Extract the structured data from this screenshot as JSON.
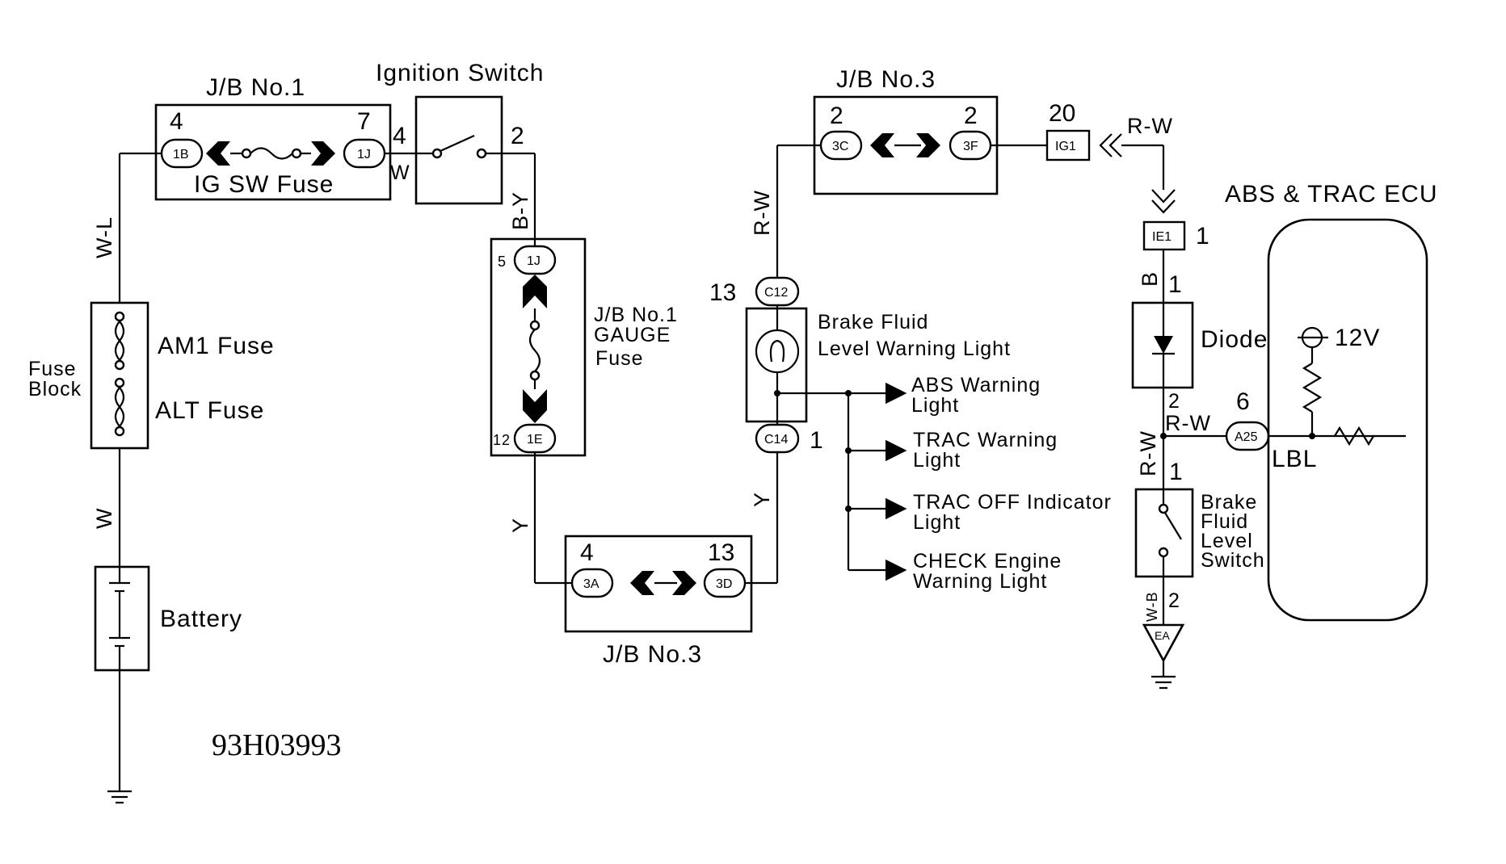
{
  "diagram_id": "93H03993",
  "components": {
    "jb1_top": {
      "title": "J/B No.1",
      "fuse": "IG SW Fuse",
      "pin_left": "4",
      "pin_right": "7",
      "conn_left": "1B",
      "conn_right": "1J"
    },
    "ignition_switch": {
      "title": "Ignition Switch",
      "pin_in": "4",
      "pin_out": "2"
    },
    "fuse_block": {
      "title_line1": "Fuse",
      "title_line2": "Block",
      "fuse1": "AM1 Fuse",
      "fuse2": "ALT Fuse"
    },
    "battery": {
      "label": "Battery"
    },
    "jb1_gauge": {
      "line1": "J/B No.1",
      "line2": "GAUGE",
      "line3": "Fuse",
      "pin_top": "5",
      "pin_bottom": "12",
      "conn_top": "1J",
      "conn_bottom": "1E"
    },
    "jb3_bottom": {
      "title": "J/B No.3",
      "pin_left": "4",
      "pin_right": "13",
      "conn_left": "3A",
      "conn_right": "3D"
    },
    "jb3_top": {
      "title": "J/B No.3",
      "pin_left": "2",
      "pin_right": "2",
      "conn_left": "3C",
      "conn_right": "3F"
    },
    "brake_light": {
      "line1": "Brake Fluid",
      "line2": "Level Warning Light",
      "pin_top": "13",
      "pin_bottom": "1",
      "conn_top": "C12",
      "conn_bottom": "C14"
    },
    "outputs": [
      {
        "line1": "ABS Warning",
        "line2": "Light"
      },
      {
        "line1": "TRAC Warning",
        "line2": "Light"
      },
      {
        "line1": "TRAC OFF Indicator",
        "line2": "Light"
      },
      {
        "line1": "CHECK Engine",
        "line2": "Warning Light"
      }
    ],
    "ig1": {
      "pin": "20",
      "conn": "IG1"
    },
    "ie1": {
      "pin": "1",
      "conn": "IE1"
    },
    "diode": {
      "label": "Diode",
      "pin_top": "1",
      "pin_bottom": "2"
    },
    "ecu": {
      "title": "ABS & TRAC ECU",
      "voltage": "12V",
      "pin": "6",
      "conn": "A25",
      "signal": "LBL"
    },
    "brake_switch": {
      "line1": "Brake",
      "line2": "Fluid",
      "line3": "Level",
      "line4": "Switch",
      "pin_top": "1",
      "pin_bottom": "2"
    },
    "ground_ea": {
      "conn": "EA"
    }
  },
  "wires": {
    "wl": "W-L",
    "w_main": "W",
    "w_small": "W",
    "by": "B-Y",
    "y_left": "Y",
    "y_right": "Y",
    "rw_vert": "R-W",
    "rw_ig1": "R-W",
    "b": "B",
    "rw_vert2": "R-W",
    "rw_ecu": "R-W",
    "wb": "W-B"
  }
}
